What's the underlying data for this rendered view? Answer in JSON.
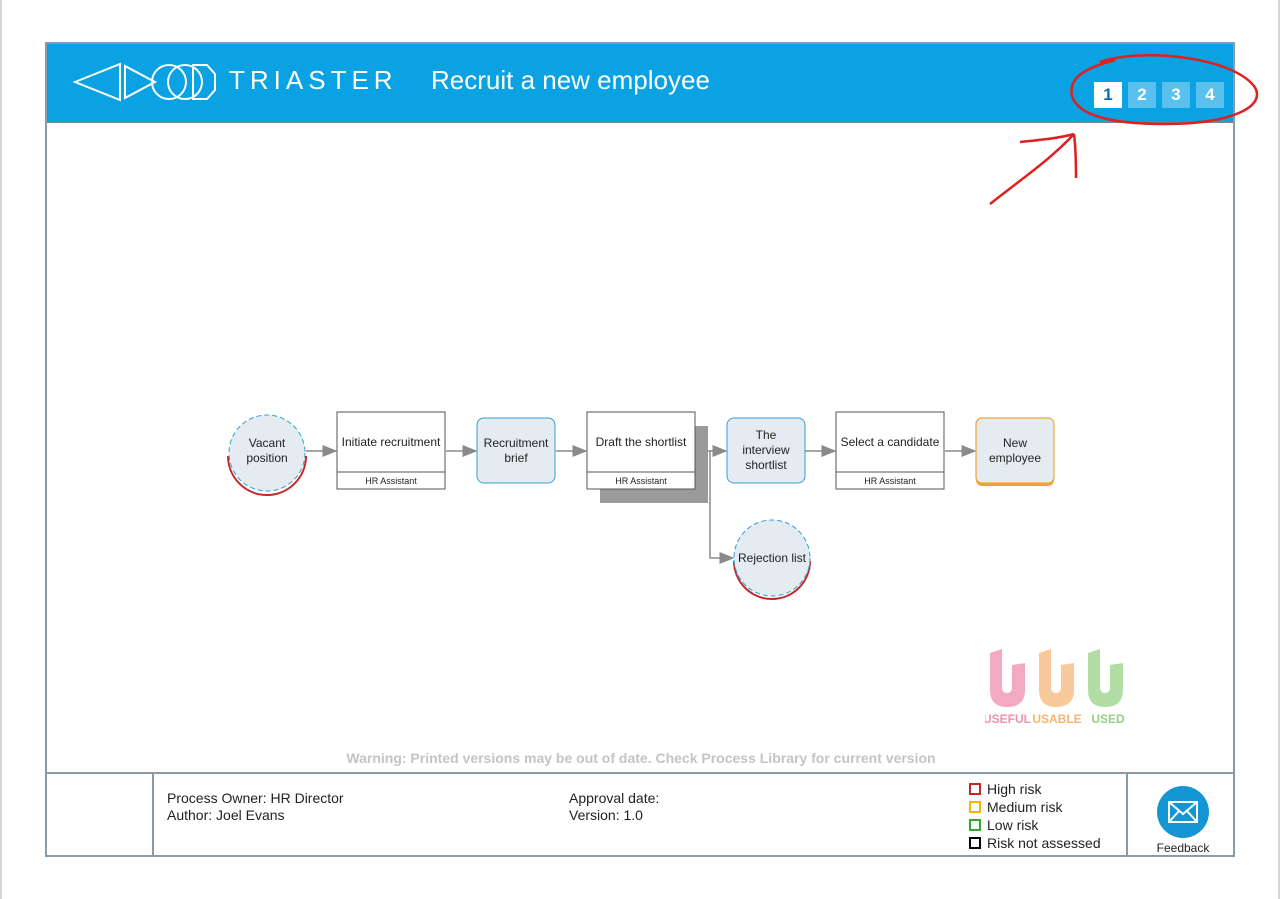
{
  "header": {
    "brand": "TRIASTER",
    "title": "Recruit a new employee",
    "pages": [
      "1",
      "2",
      "3",
      "4"
    ],
    "active_page": "1"
  },
  "diagram": {
    "nodes": {
      "vacant_position": [
        "Vacant",
        "position"
      ],
      "initiate_recruitment": {
        "label": "Initiate recruitment",
        "role": "HR Assistant"
      },
      "recruitment_brief": [
        "Recruitment",
        "brief"
      ],
      "draft_shortlist": {
        "label": "Draft the shortlist",
        "role": "HR Assistant"
      },
      "interview_shortlist": [
        "The",
        "interview",
        "shortlist"
      ],
      "select_candidate": {
        "label": "Select a candidate",
        "role": "HR Assistant"
      },
      "new_employee": [
        "New",
        "employee"
      ],
      "rejection_list": "Rejection list"
    }
  },
  "badges": {
    "useful": "USEFUL",
    "usable": "USABLE",
    "used": "USED"
  },
  "warning": "Warning: Printed versions may be out of date. Check Process Library for current version",
  "footer": {
    "process_owner": "Process Owner: HR Director",
    "author": "Author: Joel Evans",
    "approval_date": "Approval date:",
    "version": "Version: 1.0",
    "legend": [
      {
        "label": "High risk",
        "color": "#c62828"
      },
      {
        "label": "Medium risk",
        "color": "#f4b400"
      },
      {
        "label": "Low risk",
        "color": "#2eaa2e"
      },
      {
        "label": "Risk not assessed",
        "color": "#000000"
      }
    ],
    "feedback_label": "Feedback"
  },
  "colors": {
    "header_bg": "#0aa2e2",
    "annotation": "#e02020",
    "event_fill": "#e4ecf1",
    "event_border": "#2f9fd6",
    "output_border": "#f2a23a"
  }
}
